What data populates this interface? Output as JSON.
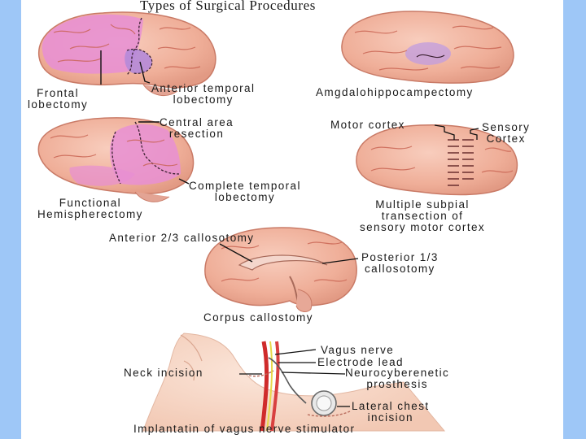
{
  "title": "Types of Surgical Procedures",
  "labels": {
    "frontal_lobectomy": "Frontal\nlobectomy",
    "anterior_temporal_lobectomy": "Anterior temporal\nlobectomy",
    "amygdalohippocampectomy": "Amgdalohippocampectomy",
    "central_area_resection": "Central area\nresection",
    "complete_temporal_lobectomy": "Complete temporal\nlobectomy",
    "functional_hemispherectomy": "Functional\nHemispherectomy",
    "motor_cortex": "Motor cortex",
    "sensory_cortex": "Sensory\nCortex",
    "multiple_subpial_transection": "Multiple subpial\ntransection of\nsensory motor cortex",
    "anterior_callosotomy": "Anterior 2/3 callosotomy",
    "posterior_callosotomy": "Posterior 1/3\ncallosotomy",
    "corpus_callostomy": "Corpus callostomy",
    "vagus_nerve": "Vagus nerve",
    "electrode_lead": "Electrode lead",
    "neck_incision": "Neck incision",
    "neurocyberenetic_prosthesis": "Neurocyberenetic\nprosthesis",
    "lateral_chest_incision": "Lateral chest\nincision",
    "implantation_caption": "Implantatin of vagus nerve stimulator"
  },
  "colors": {
    "background": "#9ec7f7",
    "brain": "#f2b7a4",
    "brain_fold": "#d3806d",
    "resection": "#e48ad0",
    "resection_dark": "#b784d6",
    "skin": "#f6d4c3",
    "artery": "#d93030"
  }
}
